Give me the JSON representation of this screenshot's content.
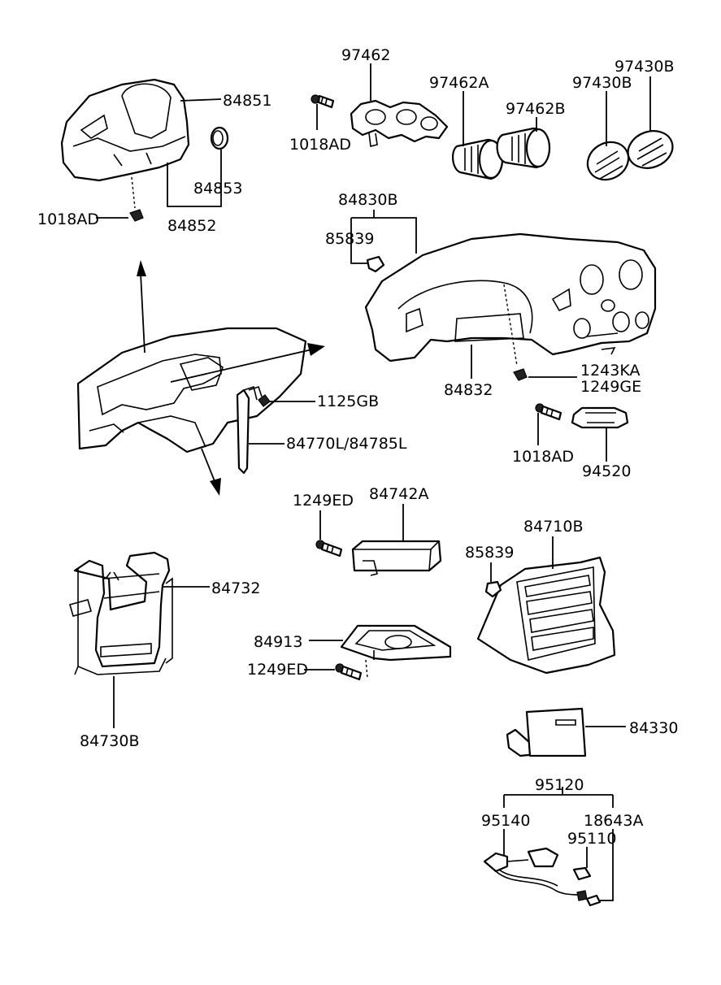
{
  "labels": {
    "p97462": "97462",
    "p97430b_a": "97430B",
    "p97430b_b": "97430B",
    "p84851": "84851",
    "p97462a": "97462A",
    "p97462b": "97462B",
    "p1018ad_1": "1018AD",
    "p84853": "84853",
    "p1018ad_2": "1018AD",
    "p84852": "84852",
    "p84830b": "84830B",
    "p85839_1": "85839",
    "p1243ka": "1243KA",
    "p1249ge": "1249GE",
    "p84832": "84832",
    "p1125gb": "1125GB",
    "p84770l": "84770L/84785L",
    "p1018ad_3": "1018AD",
    "p94520": "94520",
    "p1249ed_1": "1249ED",
    "p84742a": "84742A",
    "p84710b": "84710B",
    "p85839_2": "85839",
    "p84732": "84732",
    "p84913": "84913",
    "p1249ed_2": "1249ED",
    "p84730b": "84730B",
    "p84330": "84330",
    "p95120": "95120",
    "p95140": "95140",
    "p18643a": "18643A",
    "p95110": "95110"
  }
}
